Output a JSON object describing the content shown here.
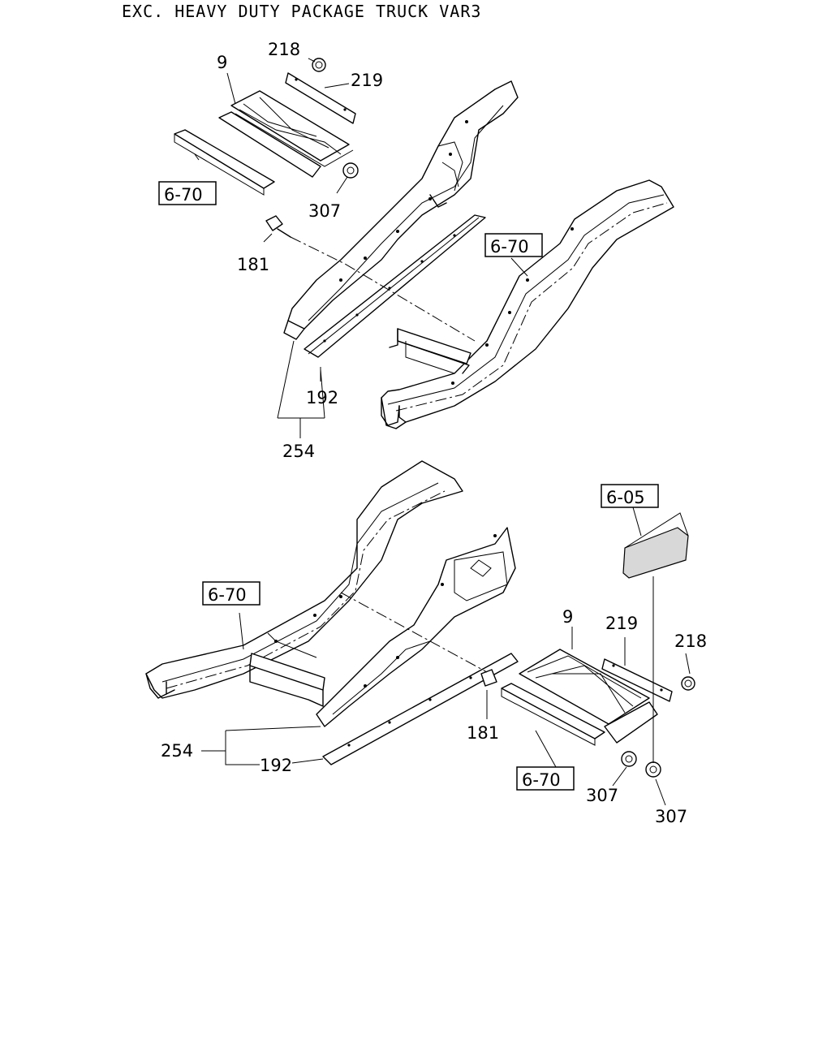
{
  "title": "EXC. HEAVY DUTY PACKAGE TRUCK VAR3",
  "upper_view": {
    "labels": {
      "p218": "218",
      "p219": "219",
      "p9": "9",
      "p307": "307",
      "p181": "181",
      "p192": "192",
      "p254": "254"
    },
    "refs": {
      "r670a": "6-70",
      "r670b": "6-70"
    }
  },
  "lower_view": {
    "labels": {
      "p9": "9",
      "p219": "219",
      "p218": "218",
      "p181": "181",
      "p254": "254",
      "p192": "192",
      "p307a": "307",
      "p307b": "307"
    },
    "refs": {
      "r605": "6-05",
      "r670a": "6-70",
      "r670b": "6-70"
    }
  }
}
